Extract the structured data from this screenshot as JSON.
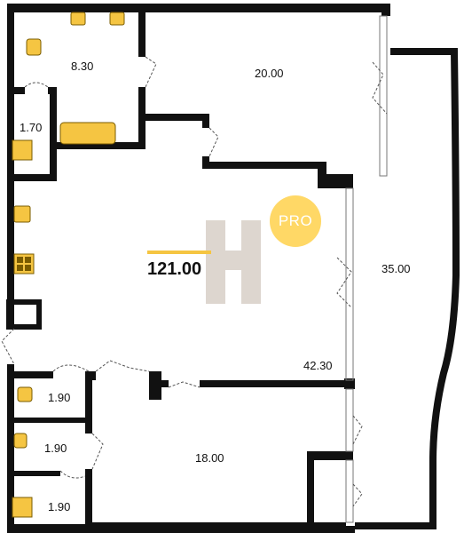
{
  "plan": {
    "total_area": "121.00",
    "badge": "PRO",
    "room_areas": {
      "bathroom_top": "8.30",
      "bedroom_top": "20.00",
      "bath_small": "1.70",
      "living": "42.30",
      "terrace": "35.00",
      "wc_1": "1.90",
      "wc_2": "1.90",
      "wc_3": "1.90",
      "bedroom_bottom": "18.00"
    },
    "colors": {
      "wall": "#111111",
      "fixture": "#f5c542",
      "accent_line": "#f5c542",
      "badge": "#ffd866",
      "logo": "#d9d2ca"
    }
  }
}
